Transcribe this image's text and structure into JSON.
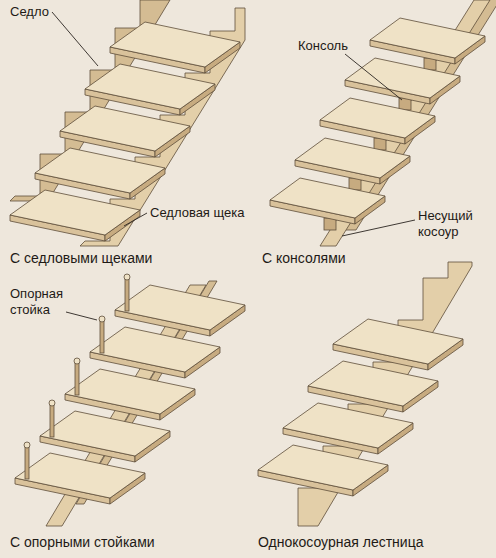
{
  "diagram": {
    "labels": [
      "Седло",
      "Седловая щека",
      "С седловыми щеками",
      "Консоль",
      "Несущий косоур",
      "С консолями",
      "Опорная стойка",
      "С опорными стойками",
      "Однокосоурная лестница"
    ]
  }
}
